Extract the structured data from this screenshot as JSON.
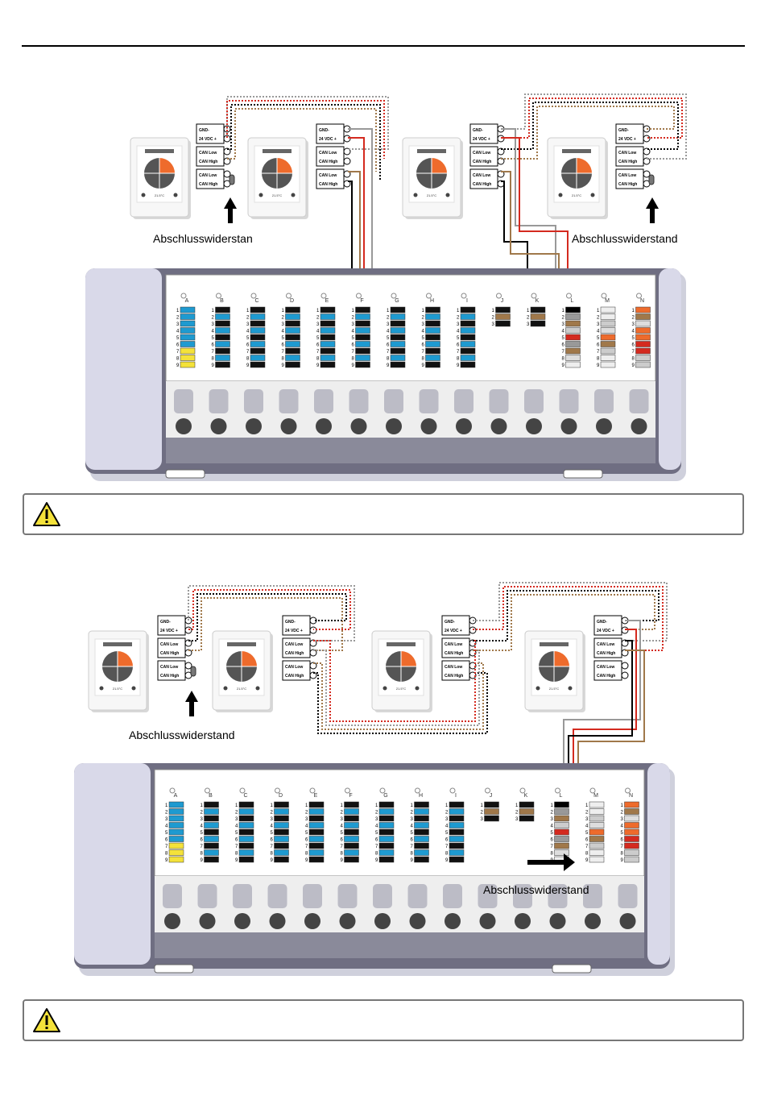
{
  "diagram1": {
    "label_left": "Abschlusswiderstan",
    "label_right": "Abschlusswiderstand",
    "terminal_gnd": "GND-",
    "terminal_24v": "24 VDC +",
    "terminal_can_low": "CAN Low",
    "terminal_can_high": "CAN High"
  },
  "diagram2": {
    "label_left": "Abschlusswiderstand",
    "label_bottom": "Abschlusswiderstand",
    "terminal_gnd": "GND-",
    "terminal_24v": "24 VDC +",
    "terminal_can_low": "CAN Low",
    "terminal_can_high": "CAN High"
  },
  "thermostat_temp": "21.5°C",
  "columns": [
    "A",
    "B",
    "C",
    "D",
    "E",
    "F",
    "G",
    "H",
    "I",
    "J",
    "K",
    "L",
    "M",
    "N"
  ],
  "colors": {
    "red": "#d42a1f",
    "brown": "#a0784a",
    "grey": "#999999",
    "black": "#000000",
    "cyan": "#1e9ad0",
    "orange": "#ee6b2c",
    "yellow": "#f4e23a"
  },
  "icons": [
    "warning-icon",
    "arrow-up-icon",
    "arrow-right-icon"
  ]
}
